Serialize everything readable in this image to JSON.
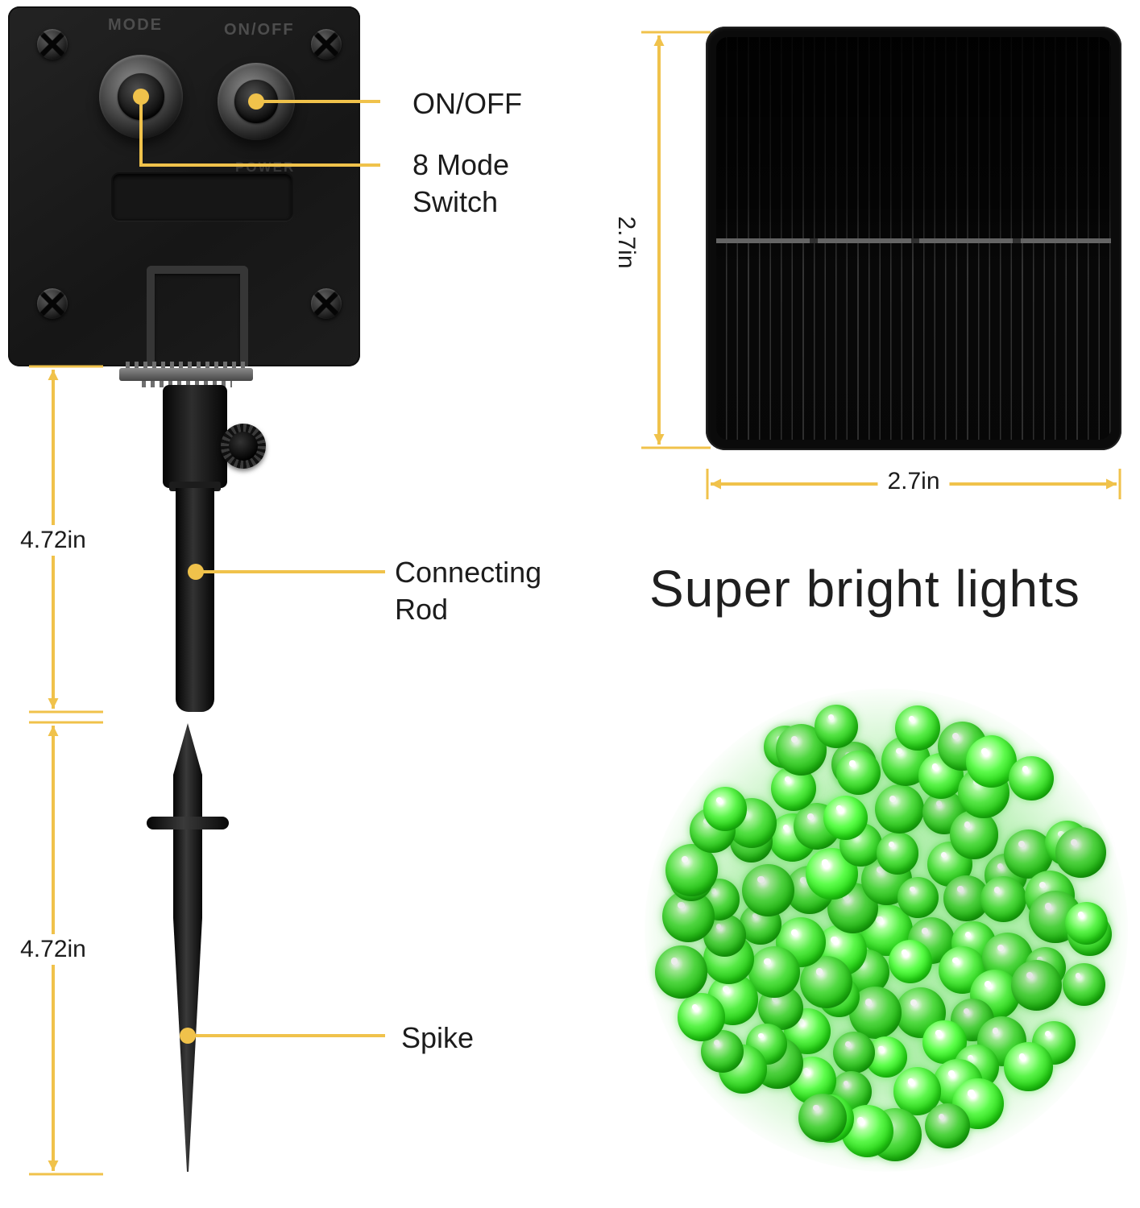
{
  "device": {
    "mode": "MODE",
    "onoff": "ON/OFF",
    "power": "POWER"
  },
  "callouts": {
    "onoff": "ON/OFF",
    "mode_switch": "8 Mode Switch",
    "connecting_rod": "Connecting Rod",
    "spike": "Spike"
  },
  "dimensions": {
    "rod": "4.72in",
    "spike": "4.72in",
    "panel_height": "2.7in",
    "panel_width": "2.7in"
  },
  "headline": "Super bright lights",
  "colors": {
    "accent": "#F0C24B",
    "led_green": "#2ECC22"
  }
}
